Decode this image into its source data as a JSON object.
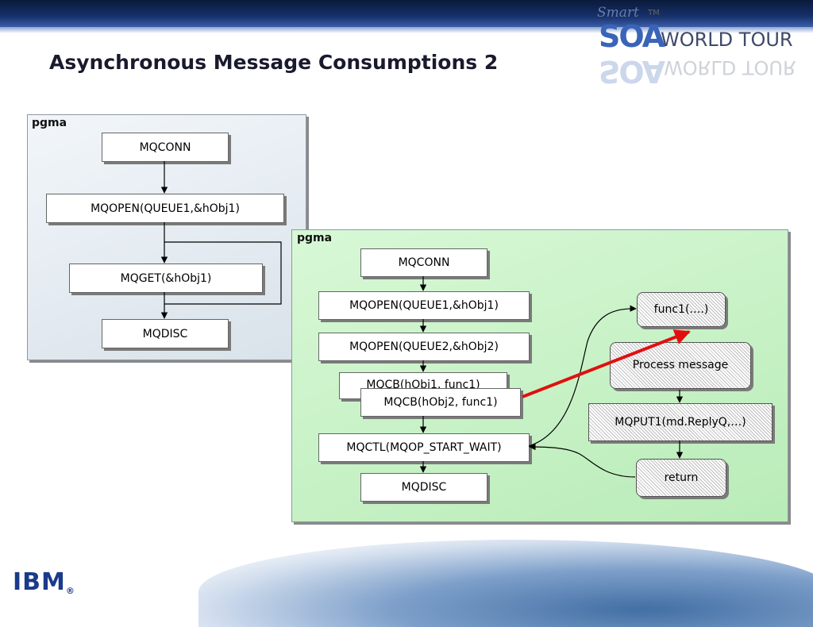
{
  "slide": {
    "title": "Asynchronous Message Consumptions 2"
  },
  "logo": {
    "smart": "Smart",
    "tm": "TM",
    "soa": "SOA",
    "tour": "WORLD TOUR"
  },
  "footer": {
    "brand": "IBM",
    "mark": "®"
  },
  "panel_a": {
    "label": "pgma",
    "boxes": {
      "mqconn": "MQCONN",
      "mqopen": "MQOPEN(QUEUE1,&hObj1)",
      "mqget": "MQGET(&hObj1)",
      "mqdisc": "MQDISC"
    }
  },
  "panel_b": {
    "label": "pgma",
    "boxes": {
      "mqconn": "MQCONN",
      "mqopen1": "MQOPEN(QUEUE1,&hObj1)",
      "mqopen2": "MQOPEN(QUEUE2,&hObj2)",
      "mqcb1": "MQCB(hObj1, func1)",
      "mqcb2": "MQCB(hObj2, func1)",
      "mqctl": "MQCTL(MQOP_START_WAIT)",
      "mqdisc": "MQDISC"
    },
    "callback": {
      "func": "func1(….)",
      "process": "Process message",
      "put": "MQPUT1(md.ReplyQ,…)",
      "ret": "return"
    }
  },
  "colors": {
    "highlight_arrow": "#e01010",
    "panel_b_bg": "#c6f2c4",
    "panel_a_bg": "#e3eaf0"
  }
}
